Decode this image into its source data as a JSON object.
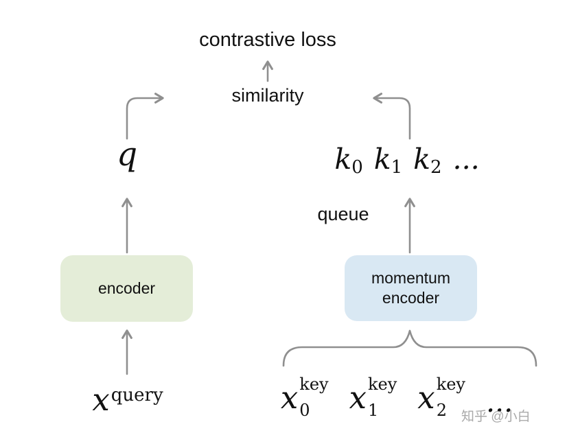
{
  "header": {
    "contrastive_loss": "contrastive loss",
    "similarity": "similarity"
  },
  "left": {
    "q": "q",
    "encoder_label": "encoder",
    "x_query": {
      "base": "x",
      "sup": "query"
    }
  },
  "right": {
    "queue": "queue",
    "momentum_encoder": {
      "line1": "momentum",
      "line2": "encoder"
    },
    "keys": [
      {
        "base": "k",
        "sub": "0"
      },
      {
        "base": "k",
        "sub": "1"
      },
      {
        "base": "k",
        "sub": "2"
      }
    ],
    "keys_ellipsis": "...",
    "x_keys": [
      {
        "base": "x",
        "sub": "0",
        "sup": "key"
      },
      {
        "base": "x",
        "sub": "1",
        "sup": "key"
      },
      {
        "base": "x",
        "sub": "2",
        "sup": "key"
      }
    ],
    "x_keys_ellipsis": "..."
  },
  "watermark": "知乎 @小白",
  "colors": {
    "encoder_fill": "#e4edd8",
    "momentum_fill": "#d9e8f3",
    "arrow": "#8f8f8f"
  }
}
